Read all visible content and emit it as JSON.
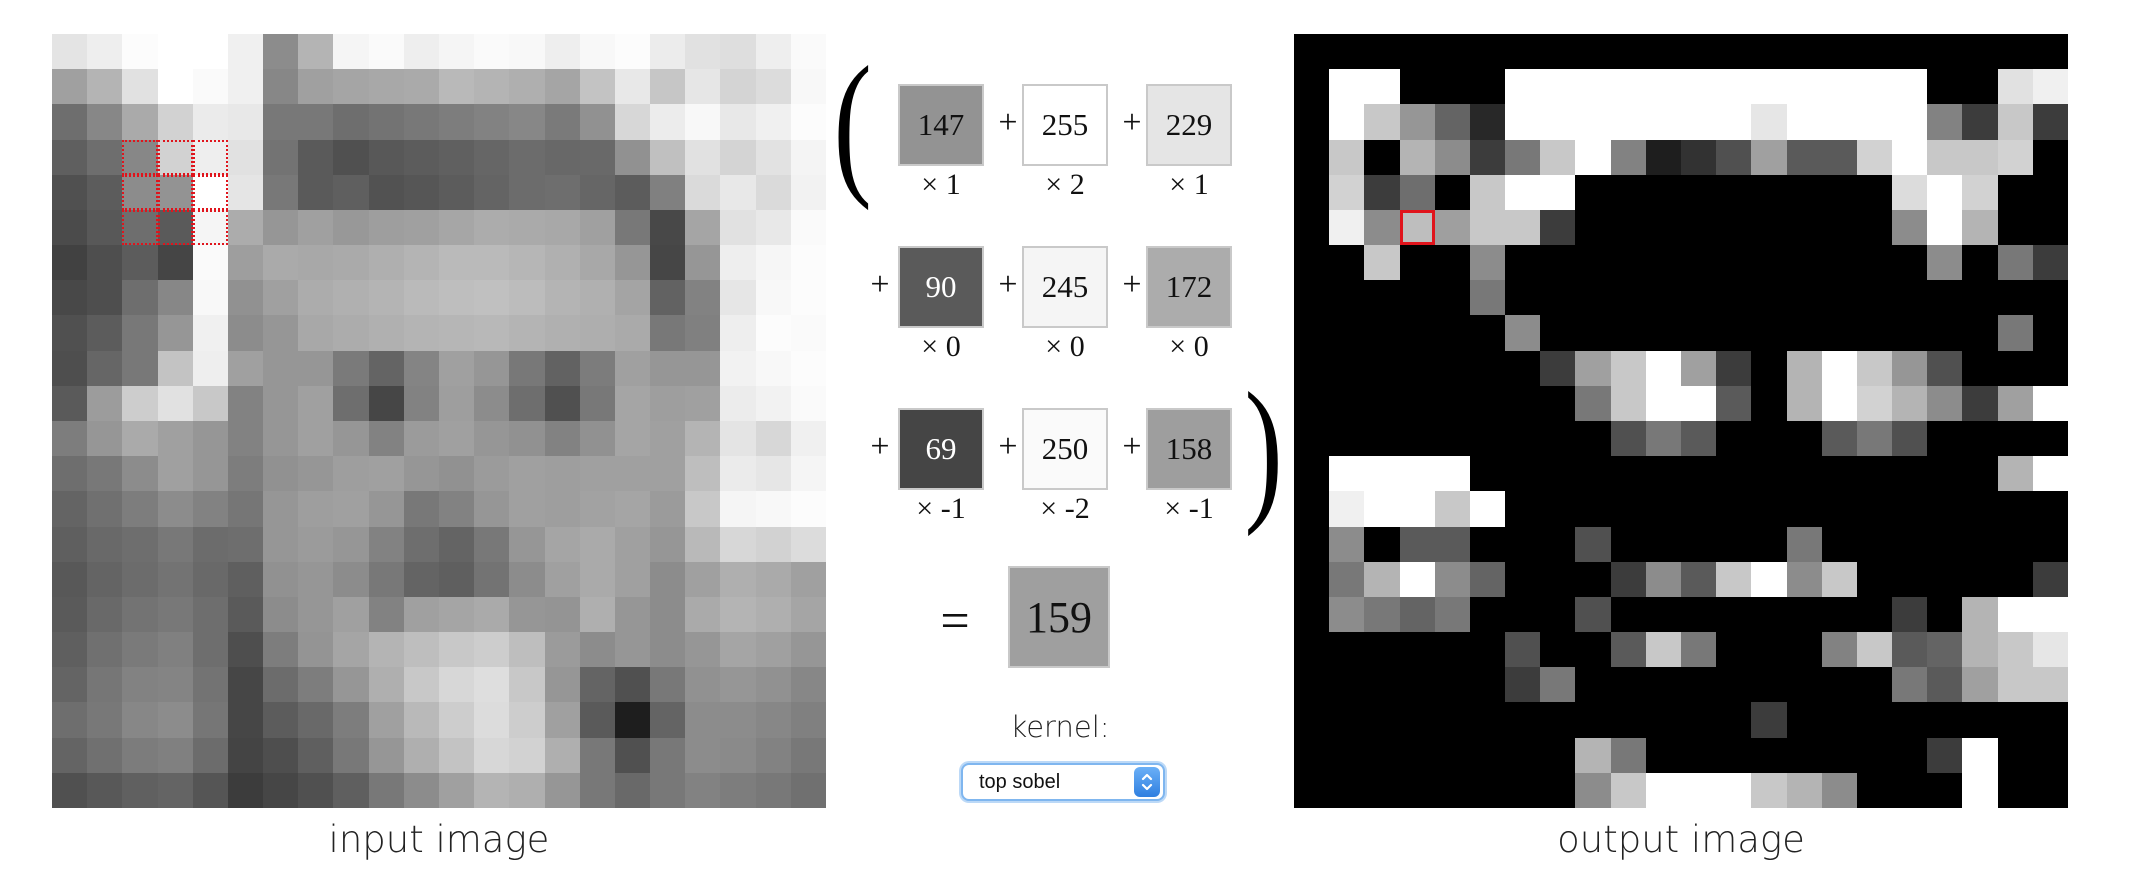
{
  "captions": {
    "input": "input image",
    "output": "output image"
  },
  "computation": {
    "rows": [
      {
        "lead_op": "",
        "cells": [
          {
            "value": "147",
            "weight": "× 1",
            "gray": 147
          },
          {
            "value": "255",
            "weight": "× 2",
            "gray": 255
          },
          {
            "value": "229",
            "weight": "× 1",
            "gray": 229
          }
        ]
      },
      {
        "lead_op": "+",
        "cells": [
          {
            "value": "90",
            "weight": "× 0",
            "gray": 90
          },
          {
            "value": "245",
            "weight": "× 0",
            "gray": 245
          },
          {
            "value": "172",
            "weight": "× 0",
            "gray": 172
          }
        ]
      },
      {
        "lead_op": "+",
        "cells": [
          {
            "value": "69",
            "weight": "× -1",
            "gray": 69
          },
          {
            "value": "250",
            "weight": "× -2",
            "gray": 250
          },
          {
            "value": "158",
            "weight": "× -1",
            "gray": 158
          }
        ]
      }
    ],
    "plus": "+",
    "equals": "=",
    "open_paren": "(",
    "close_paren": ")",
    "result": {
      "value": "159",
      "gray": 159
    }
  },
  "kernel": {
    "label": "kernel:",
    "selected": "top sobel"
  },
  "colors": {
    "highlight": "#e0141c",
    "select_border": "#7fb6ef",
    "select_arrows": "#2f7fe0"
  },
  "input_image": {
    "grid_size": 22,
    "highlight": {
      "col": 2,
      "row": 3,
      "size": 3
    },
    "pixels": [
      [
        228,
        238,
        252,
        255,
        255,
        240,
        140,
        180,
        245,
        250,
        238,
        245,
        250,
        248,
        238,
        248,
        252,
        236,
        225,
        222,
        238,
        250
      ],
      [
        160,
        180,
        225,
        255,
        250,
        240,
        135,
        160,
        165,
        168,
        170,
        185,
        180,
        175,
        165,
        195,
        232,
        198,
        230,
        212,
        220,
        248
      ],
      [
        110,
        135,
        170,
        210,
        235,
        232,
        120,
        120,
        110,
        115,
        120,
        125,
        130,
        135,
        122,
        145,
        215,
        236,
        248,
        232,
        240,
        252
      ],
      [
        95,
        110,
        135,
        210,
        238,
        225,
        115,
        90,
        80,
        88,
        92,
        96,
        102,
        108,
        104,
        105,
        145,
        192,
        225,
        212,
        226,
        244
      ],
      [
        80,
        92,
        140,
        147,
        255,
        229,
        120,
        90,
        95,
        82,
        86,
        92,
        100,
        108,
        110,
        102,
        92,
        128,
        218,
        232,
        218,
        242
      ],
      [
        75,
        88,
        110,
        90,
        245,
        172,
        150,
        160,
        152,
        158,
        160,
        166,
        172,
        170,
        168,
        160,
        120,
        72,
        165,
        225,
        232,
        250
      ],
      [
        65,
        78,
        92,
        69,
        250,
        158,
        170,
        168,
        170,
        175,
        180,
        186,
        186,
        182,
        176,
        168,
        150,
        70,
        150,
        238,
        246,
        252
      ],
      [
        72,
        78,
        110,
        135,
        248,
        145,
        160,
        172,
        176,
        180,
        186,
        190,
        192,
        188,
        180,
        176,
        164,
        98,
        130,
        230,
        248,
        252
      ],
      [
        80,
        92,
        120,
        150,
        240,
        140,
        150,
        168,
        172,
        176,
        180,
        182,
        184,
        180,
        176,
        174,
        170,
        120,
        128,
        238,
        252,
        250
      ],
      [
        78,
        102,
        120,
        195,
        238,
        160,
        150,
        150,
        122,
        100,
        132,
        160,
        150,
        120,
        98,
        124,
        160,
        150,
        150,
        242,
        248,
        252
      ],
      [
        90,
        156,
        205,
        225,
        200,
        130,
        150,
        160,
        110,
        70,
        130,
        158,
        140,
        110,
        80,
        120,
        165,
        158,
        160,
        236,
        242,
        250
      ],
      [
        125,
        150,
        170,
        160,
        150,
        130,
        150,
        160,
        150,
        130,
        155,
        160,
        150,
        145,
        130,
        145,
        165,
        160,
        180,
        228,
        215,
        240
      ],
      [
        110,
        120,
        140,
        160,
        150,
        125,
        145,
        150,
        158,
        160,
        150,
        145,
        155,
        160,
        158,
        160,
        160,
        160,
        190,
        235,
        230,
        245
      ],
      [
        100,
        112,
        125,
        140,
        130,
        118,
        150,
        158,
        160,
        150,
        120,
        130,
        150,
        160,
        158,
        162,
        165,
        155,
        200,
        245,
        248,
        252
      ],
      [
        95,
        105,
        110,
        120,
        108,
        110,
        150,
        155,
        150,
        130,
        110,
        100,
        120,
        150,
        165,
        170,
        160,
        150,
        185,
        215,
        210,
        220
      ],
      [
        88,
        100,
        108,
        115,
        105,
        95,
        145,
        150,
        140,
        120,
        100,
        95,
        115,
        140,
        160,
        170,
        160,
        140,
        160,
        175,
        170,
        160
      ],
      [
        90,
        105,
        115,
        120,
        110,
        90,
        140,
        150,
        160,
        130,
        160,
        165,
        170,
        150,
        148,
        175,
        150,
        140,
        170,
        180,
        175,
        165
      ],
      [
        95,
        112,
        122,
        128,
        110,
        78,
        125,
        148,
        165,
        180,
        190,
        200,
        205,
        190,
        155,
        140,
        150,
        140,
        150,
        165,
        160,
        150
      ],
      [
        100,
        118,
        130,
        132,
        115,
        70,
        108,
        125,
        150,
        175,
        200,
        215,
        222,
        200,
        150,
        100,
        80,
        120,
        145,
        150,
        145,
        135
      ],
      [
        110,
        120,
        135,
        140,
        118,
        70,
        92,
        105,
        125,
        160,
        185,
        205,
        220,
        205,
        160,
        90,
        30,
        100,
        140,
        140,
        135,
        128
      ],
      [
        100,
        112,
        124,
        128,
        108,
        68,
        78,
        95,
        120,
        150,
        175,
        195,
        215,
        210,
        175,
        120,
        80,
        120,
        140,
        138,
        130,
        120
      ],
      [
        80,
        88,
        96,
        100,
        85,
        60,
        70,
        80,
        95,
        120,
        140,
        160,
        180,
        175,
        150,
        120,
        105,
        120,
        130,
        125,
        120,
        112
      ]
    ]
  },
  "output_image": {
    "grid_size": 22,
    "highlight": {
      "col": 3,
      "row": 5
    },
    "pixels": [
      [
        0,
        0,
        0,
        0,
        0,
        0,
        0,
        0,
        0,
        0,
        0,
        0,
        0,
        0,
        0,
        0,
        0,
        0,
        0,
        0,
        0,
        0
      ],
      [
        0,
        255,
        255,
        0,
        0,
        0,
        255,
        255,
        255,
        255,
        255,
        255,
        255,
        255,
        255,
        255,
        255,
        255,
        0,
        0,
        225,
        240
      ],
      [
        0,
        255,
        200,
        150,
        100,
        40,
        255,
        255,
        255,
        255,
        255,
        255,
        255,
        230,
        255,
        255,
        255,
        255,
        130,
        60,
        200,
        60
      ],
      [
        0,
        200,
        0,
        180,
        140,
        60,
        120,
        200,
        255,
        130,
        30,
        50,
        80,
        160,
        90,
        90,
        210,
        255,
        200,
        200,
        210,
        0
      ],
      [
        0,
        210,
        60,
        110,
        0,
        200,
        255,
        255,
        0,
        0,
        0,
        0,
        0,
        0,
        0,
        0,
        0,
        220,
        255,
        210,
        0,
        0
      ],
      [
        0,
        240,
        140,
        190,
        159,
        200,
        200,
        60,
        0,
        0,
        0,
        0,
        0,
        0,
        0,
        0,
        0,
        140,
        255,
        180,
        0,
        0
      ],
      [
        0,
        0,
        200,
        0,
        0,
        140,
        0,
        0,
        0,
        0,
        0,
        0,
        0,
        0,
        0,
        0,
        0,
        0,
        140,
        0,
        120,
        60
      ],
      [
        0,
        0,
        0,
        0,
        0,
        120,
        0,
        0,
        0,
        0,
        0,
        0,
        0,
        0,
        0,
        0,
        0,
        0,
        0,
        0,
        0,
        0
      ],
      [
        0,
        0,
        0,
        0,
        0,
        0,
        140,
        0,
        0,
        0,
        0,
        0,
        0,
        0,
        0,
        0,
        0,
        0,
        0,
        0,
        120,
        0
      ],
      [
        0,
        0,
        0,
        0,
        0,
        0,
        0,
        60,
        160,
        200,
        255,
        160,
        60,
        0,
        180,
        255,
        200,
        150,
        80,
        0,
        0,
        0
      ],
      [
        0,
        0,
        0,
        0,
        0,
        0,
        0,
        0,
        120,
        200,
        255,
        255,
        90,
        0,
        180,
        255,
        210,
        180,
        140,
        60,
        160,
        255
      ],
      [
        0,
        0,
        0,
        0,
        0,
        0,
        0,
        0,
        0,
        80,
        120,
        90,
        0,
        0,
        0,
        90,
        120,
        80,
        0,
        0,
        0,
        0
      ],
      [
        0,
        255,
        255,
        255,
        255,
        0,
        0,
        0,
        0,
        0,
        0,
        0,
        0,
        0,
        0,
        0,
        0,
        0,
        0,
        0,
        180,
        255
      ],
      [
        0,
        240,
        255,
        255,
        200,
        255,
        0,
        0,
        0,
        0,
        0,
        0,
        0,
        0,
        0,
        0,
        0,
        0,
        0,
        0,
        0,
        0
      ],
      [
        0,
        140,
        0,
        90,
        90,
        0,
        0,
        0,
        80,
        0,
        0,
        0,
        0,
        0,
        120,
        0,
        0,
        0,
        0,
        0,
        0,
        0
      ],
      [
        0,
        120,
        180,
        255,
        140,
        100,
        0,
        0,
        0,
        60,
        140,
        90,
        200,
        255,
        140,
        200,
        0,
        0,
        0,
        0,
        0,
        60
      ],
      [
        0,
        140,
        120,
        100,
        120,
        0,
        0,
        0,
        80,
        0,
        0,
        0,
        0,
        0,
        0,
        0,
        0,
        60,
        0,
        180,
        255,
        255
      ],
      [
        0,
        0,
        0,
        0,
        0,
        0,
        80,
        0,
        0,
        90,
        200,
        120,
        0,
        0,
        0,
        130,
        200,
        90,
        100,
        180,
        200,
        230
      ],
      [
        0,
        0,
        0,
        0,
        0,
        0,
        60,
        120,
        0,
        0,
        0,
        0,
        0,
        0,
        0,
        0,
        0,
        120,
        90,
        160,
        200,
        200
      ],
      [
        0,
        0,
        0,
        0,
        0,
        0,
        0,
        0,
        0,
        0,
        0,
        0,
        0,
        60,
        0,
        0,
        0,
        0,
        0,
        0,
        0,
        0
      ],
      [
        0,
        0,
        0,
        0,
        0,
        0,
        0,
        0,
        180,
        120,
        0,
        0,
        0,
        0,
        0,
        0,
        0,
        0,
        60,
        255,
        0,
        0
      ],
      [
        0,
        0,
        0,
        0,
        0,
        0,
        0,
        0,
        140,
        200,
        255,
        255,
        255,
        200,
        180,
        140,
        0,
        0,
        0,
        255,
        0,
        0
      ]
    ]
  }
}
